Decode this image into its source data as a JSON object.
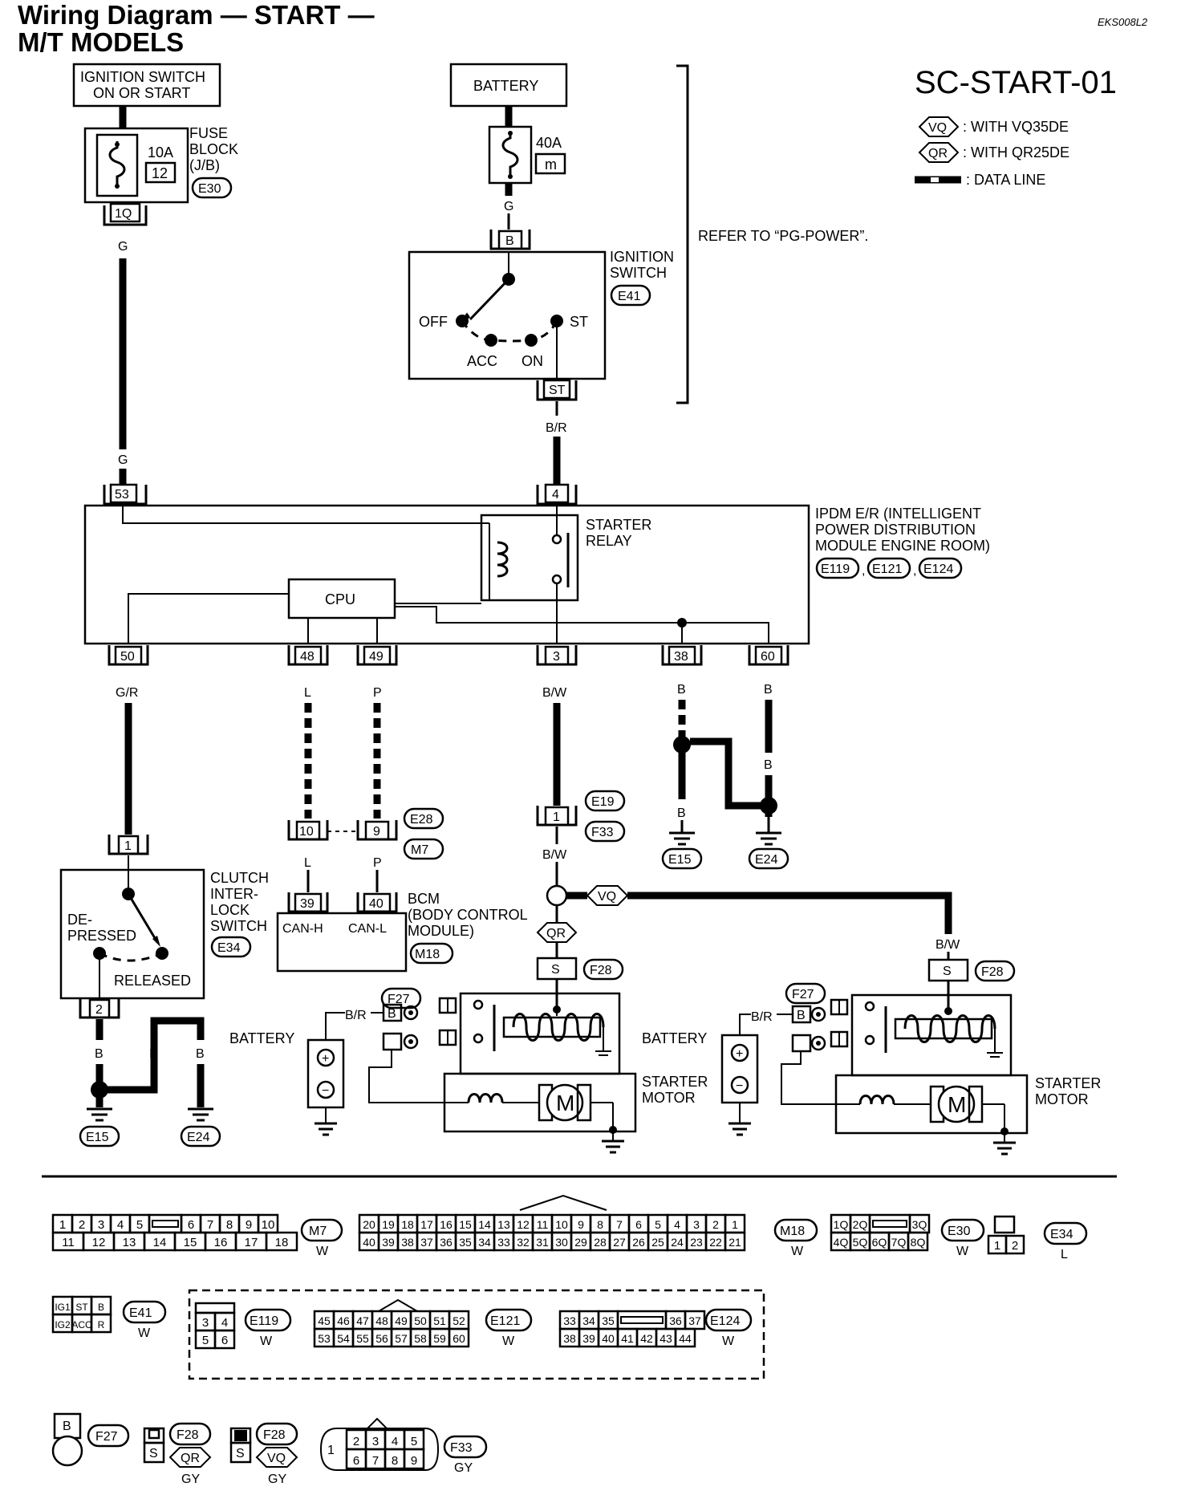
{
  "header": {
    "title_line1": "Wiring Diagram — START —",
    "title_line2": "M/T MODELS",
    "code": "EKS008L2",
    "diagram_id": "SC-START-01"
  },
  "legend": {
    "vq_tag": "VQ",
    "vq_text": ": WITH VQ35DE",
    "qr_tag": "QR",
    "qr_text": ": WITH QR25DE",
    "data_line_text": ": DATA LINE"
  },
  "power": {
    "ign_switch_line1": "IGNITION SWITCH",
    "ign_switch_line2": "ON OR START",
    "battery": "BATTERY",
    "fuse1_rating": "10A",
    "fuse1_number": "12",
    "fuse_block_line1": "FUSE",
    "fuse_block_line2": "BLOCK",
    "fuse_block_line3": "(J/B)",
    "fuse_block_conn": "E30",
    "fuse1_terminal": "1Q",
    "fuse2_rating": "40A",
    "fuse2_letter": "m",
    "refer": "REFER TO “PG-POWER”."
  },
  "ignition_switch": {
    "label_line1": "IGNITION",
    "label_line2": "SWITCH",
    "conn": "E41",
    "terminal_in": "B",
    "terminal_out": "ST",
    "pos_off": "OFF",
    "pos_acc": "ACC",
    "pos_on": "ON",
    "pos_st": "ST"
  },
  "wires": {
    "g": "G",
    "br": "B/R",
    "gr": "G/R",
    "l": "L",
    "p": "P",
    "bw": "B/W",
    "b": "B"
  },
  "ipdm": {
    "line1": "IPDM E/R (INTELLIGENT",
    "line2": "POWER DISTRIBUTION",
    "line3": "MODULE ENGINE ROOM)",
    "conn1": "E119",
    "conn2": "E121",
    "conn3": "E124",
    "sep": ",",
    "relay_line1": "STARTER",
    "relay_line2": "RELAY",
    "cpu": "CPU",
    "pin_53": "53",
    "pin_4": "4",
    "pin_50": "50",
    "pin_48": "48",
    "pin_49": "49",
    "pin_3": "3",
    "pin_38": "38",
    "pin_60": "60"
  },
  "grounds": {
    "e15": "E15",
    "e24": "E24"
  },
  "joints": {
    "e28": "E28",
    "m7": "M7",
    "pin_10": "10",
    "pin_9": "9",
    "e19": "E19",
    "f33": "F33",
    "pin_1": "1",
    "f28": "F28",
    "f27": "F27",
    "pin_s": "S"
  },
  "bcm": {
    "line1": "BCM",
    "line2": "(BODY CONTROL",
    "line3": "MODULE)",
    "conn": "M18",
    "pin_39": "39",
    "pin_40": "40",
    "can_h": "CAN-H",
    "can_l": "CAN-L"
  },
  "clutch": {
    "line1": "CLUTCH",
    "line2": "INTER-",
    "line3": "LOCK",
    "line4": "SWITCH",
    "conn": "E34",
    "depressed1": "DE-",
    "depressed2": "PRESSED",
    "released": "RELEASED",
    "pin_1": "1",
    "pin_2": "2"
  },
  "starter": {
    "battery": "BATTERY",
    "motor_line1": "STARTER",
    "motor_line2": "MOTOR",
    "m": "M",
    "b_term": "B",
    "plus": "+",
    "minus": "−",
    "coil": "000"
  },
  "connectors": {
    "m7_top": [
      "1",
      "2",
      "3",
      "4",
      "5",
      "6",
      "7",
      "8",
      "9",
      "10"
    ],
    "m7_bottom": [
      "11",
      "12",
      "13",
      "14",
      "15",
      "16",
      "17",
      "18"
    ],
    "m7_label": "M7",
    "m7_color": "W",
    "m18_top": [
      "20",
      "19",
      "18",
      "17",
      "16",
      "15",
      "14",
      "13",
      "12",
      "11",
      "10",
      "9",
      "8",
      "7",
      "6",
      "5",
      "4",
      "3",
      "2",
      "1"
    ],
    "m18_bottom": [
      "40",
      "39",
      "38",
      "37",
      "36",
      "35",
      "34",
      "33",
      "32",
      "31",
      "30",
      "29",
      "28",
      "27",
      "26",
      "25",
      "24",
      "23",
      "22",
      "21"
    ],
    "m18_label": "M18",
    "m18_color": "W",
    "e30_top": [
      "1Q",
      "2Q",
      "3Q"
    ],
    "e30_bottom": [
      "4Q",
      "5Q",
      "6Q",
      "7Q",
      "8Q"
    ],
    "e30_label": "E30",
    "e30_color": "W",
    "e34_pins": [
      "1",
      "2"
    ],
    "e34_label": "E34",
    "e34_color": "L",
    "e41_top": [
      "IG1",
      "ST",
      "B"
    ],
    "e41_bottom": [
      "IG2",
      "ACC",
      "R"
    ],
    "e41_label": "E41",
    "e41_color": "W",
    "e119_top": [
      "3",
      "4"
    ],
    "e119_bottom": [
      "5",
      "6"
    ],
    "e119_label": "E119",
    "e119_color": "W",
    "e121_top": [
      "45",
      "46",
      "47",
      "48",
      "49",
      "50",
      "51",
      "52"
    ],
    "e121_bottom": [
      "53",
      "54",
      "55",
      "56",
      "57",
      "58",
      "59",
      "60"
    ],
    "e121_label": "E121",
    "e121_color": "W",
    "e124_top": [
      "33",
      "34",
      "35",
      "36",
      "37"
    ],
    "e124_bottom": [
      "38",
      "39",
      "40",
      "41",
      "42",
      "43",
      "44"
    ],
    "e124_label": "E124",
    "e124_color": "W",
    "f27_pin": "B",
    "f27_label": "F27",
    "f28a_pin": "S",
    "f28a_label": "F28",
    "f28a_tag": "QR",
    "f28a_color": "GY",
    "f28b_pin": "S",
    "f28b_label": "F28",
    "f28b_tag": "VQ",
    "f28b_color": "GY",
    "f33_left": "1",
    "f33_top": [
      "2",
      "3",
      "4",
      "5"
    ],
    "f33_bottom": [
      "6",
      "7",
      "8",
      "9"
    ],
    "f33_label": "F33",
    "f33_color": "GY"
  }
}
